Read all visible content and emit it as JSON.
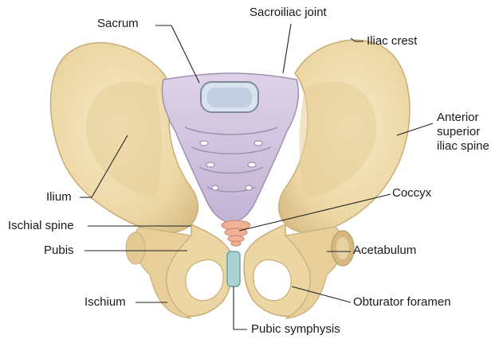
{
  "labels": {
    "sacrum": "Sacrum",
    "sacroiliac_joint": "Sacroiliac joint",
    "iliac_crest": "Iliac crest",
    "anterior_superior_iliac_spine": [
      "Anterior",
      "superior",
      "iliac spine"
    ],
    "ilium": "Ilium",
    "coccyx": "Coccyx",
    "ischial_spine": "Ischial spine",
    "pubis": "Pubis",
    "acetabulum": "Acetabulum",
    "ischium": "Ischium",
    "obturator_foramen": "Obturator foramen",
    "pubic_symphysis": "Pubic symphysis"
  },
  "colors": {
    "bone": "#efdcae",
    "bone_shadow": "#cdb27a",
    "sacrum": "#cfc3dc",
    "sacrum_shadow": "#a596b9",
    "disc": "#c9d7e6",
    "coccyx": "#f0b39a",
    "symphysis": "#a9d2d3",
    "leader": "#222222"
  }
}
